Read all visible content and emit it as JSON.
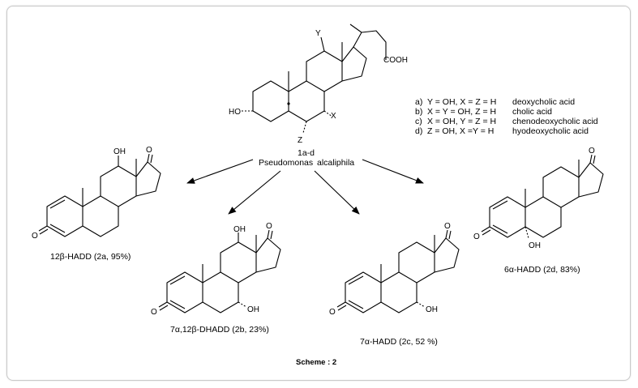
{
  "scheme": {
    "caption": "Scheme : 2",
    "organism": [
      "Pseudomonas",
      "alcaliphila"
    ],
    "substrate_label": "1a-d",
    "substituents": [
      {
        "key": "a)",
        "cond": "Y = OH,   X = Z = H",
        "name": "deoxycholic  acid"
      },
      {
        "key": "b)",
        "cond": "X = Y = OH,   Z = H",
        "name": "cholic acid"
      },
      {
        "key": "c)",
        "cond": "X = OH,   Y = Z = H",
        "name": "chenodeoxycholic  acid"
      },
      {
        "key": "d)",
        "cond": "Z = OH,   X =Y = H",
        "name": "hyodeoxycholic  acid"
      }
    ],
    "atoms": {
      "Y": "Y",
      "X": "X",
      "Z": "Z",
      "HO": "HO",
      "COOH": "COOH",
      "OH": "OH",
      "O": "O"
    },
    "products": [
      {
        "id": "2a",
        "label": "12β-HADD   (2a,  95%)"
      },
      {
        "id": "2b",
        "label": "7α,12β-DHADD   (2b,  23%)"
      },
      {
        "id": "2c",
        "label": "7α-HADD   (2c,  52 %)"
      },
      {
        "id": "2d",
        "label": "6α-HADD   (2d,  83%)"
      }
    ]
  }
}
